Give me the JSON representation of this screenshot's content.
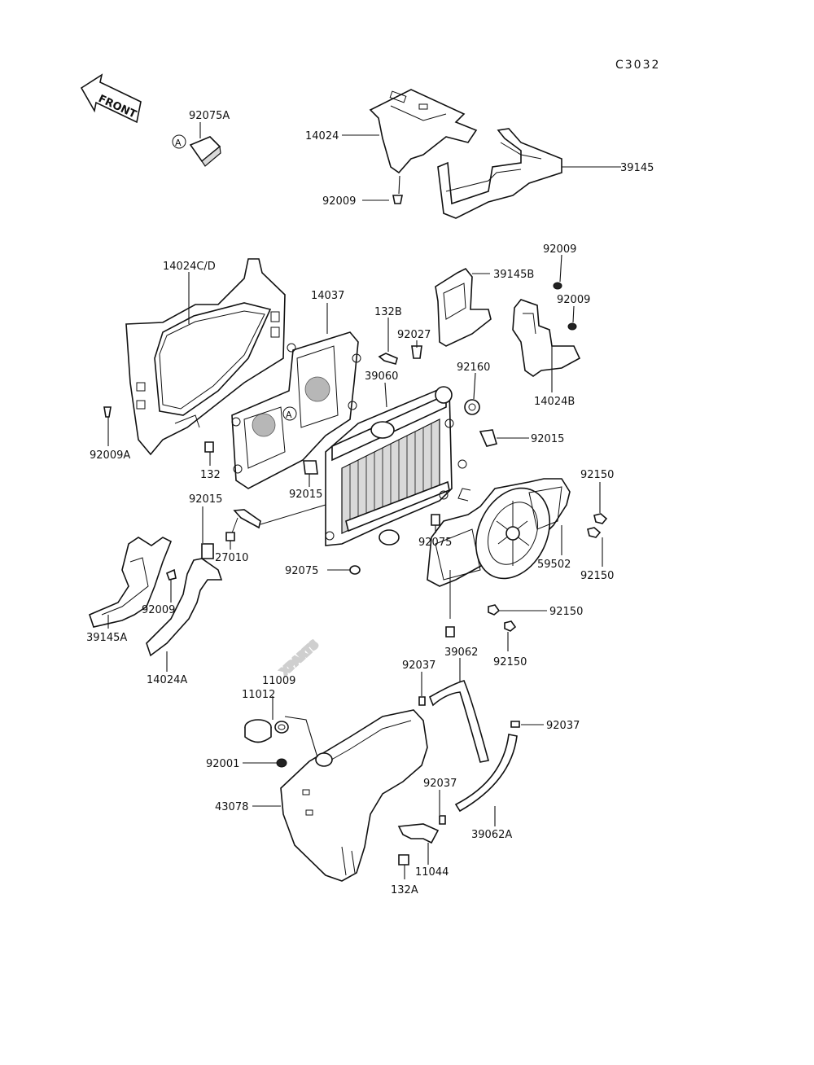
{
  "diagram_code": "C3032",
  "front_label": "FRONT",
  "marker_letter": "A",
  "watermark": "XPARTS",
  "part_labels": {
    "p92075A": "92075A",
    "p14024": "14024",
    "p39145": "39145",
    "p92009_top": "92009",
    "p14024CD": "14024C/D",
    "p14037": "14037",
    "p132B": "132B",
    "p92027": "92027",
    "p39145B": "39145B",
    "p92009_r1": "92009",
    "p92009_r2": "92009",
    "p92160": "92160",
    "p39060": "39060",
    "p14024B": "14024B",
    "p92009A": "92009A",
    "p132": "132",
    "p92015_mid": "92015",
    "p92015_right": "92015",
    "p92015_left": "92015",
    "p92150_1": "92150",
    "p92150_2": "92150",
    "p92150_3": "92150",
    "p92150_4": "92150",
    "p27010": "27010",
    "p92075_a": "92075",
    "p92075_b": "92075",
    "p59502": "59502",
    "p92009_left": "92009",
    "p39145A": "39145A",
    "p14024A": "14024A",
    "p39062": "39062",
    "p92037_1": "92037",
    "p92037_2": "92037",
    "p92037_3": "92037",
    "p11009": "11009",
    "p11012": "11012",
    "p92001": "92001",
    "p43078": "43078",
    "p39062A": "39062A",
    "p11044": "11044",
    "p132A": "132A"
  }
}
